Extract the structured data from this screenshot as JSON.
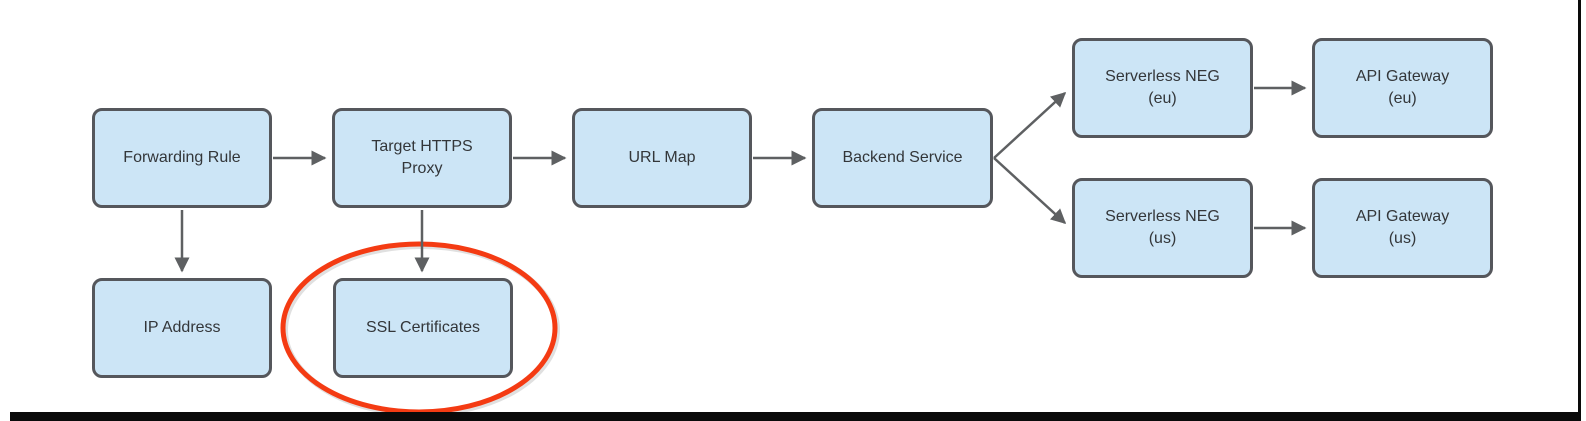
{
  "diagram": {
    "description": "Load balancer architecture flow diagram with SSL Certificates highlighted",
    "colors": {
      "node_fill": "#cce5f6",
      "node_border": "#55575c",
      "node_text": "#333639",
      "arrow": "#5e6062",
      "highlight": "#f43b13",
      "frame": "#0a0a0a"
    },
    "nodes": [
      {
        "id": "forwarding-rule",
        "lines": [
          "Forwarding Rule"
        ]
      },
      {
        "id": "target-https-proxy",
        "lines": [
          "Target HTTPS",
          "Proxy"
        ]
      },
      {
        "id": "url-map",
        "lines": [
          "URL Map"
        ]
      },
      {
        "id": "backend-service",
        "lines": [
          "Backend Service"
        ]
      },
      {
        "id": "serverless-neg-eu",
        "lines": [
          "Serverless NEG",
          "(eu)"
        ]
      },
      {
        "id": "api-gateway-eu",
        "lines": [
          "API Gateway",
          "(eu)"
        ]
      },
      {
        "id": "serverless-neg-us",
        "lines": [
          "Serverless NEG",
          "(us)"
        ]
      },
      {
        "id": "api-gateway-us",
        "lines": [
          "API Gateway",
          "(us)"
        ]
      },
      {
        "id": "ip-address",
        "lines": [
          "IP Address"
        ]
      },
      {
        "id": "ssl-certificates",
        "lines": [
          "SSL Certificates"
        ]
      }
    ],
    "edges": [
      {
        "from": "forwarding-rule",
        "to": "target-https-proxy"
      },
      {
        "from": "target-https-proxy",
        "to": "url-map"
      },
      {
        "from": "url-map",
        "to": "backend-service"
      },
      {
        "from": "backend-service",
        "to": "serverless-neg-eu"
      },
      {
        "from": "backend-service",
        "to": "serverless-neg-us"
      },
      {
        "from": "serverless-neg-eu",
        "to": "api-gateway-eu"
      },
      {
        "from": "serverless-neg-us",
        "to": "api-gateway-us"
      },
      {
        "from": "forwarding-rule",
        "to": "ip-address"
      },
      {
        "from": "target-https-proxy",
        "to": "ssl-certificates"
      }
    ],
    "highlight": {
      "shape": "ellipse",
      "around": "ssl-certificates"
    }
  }
}
